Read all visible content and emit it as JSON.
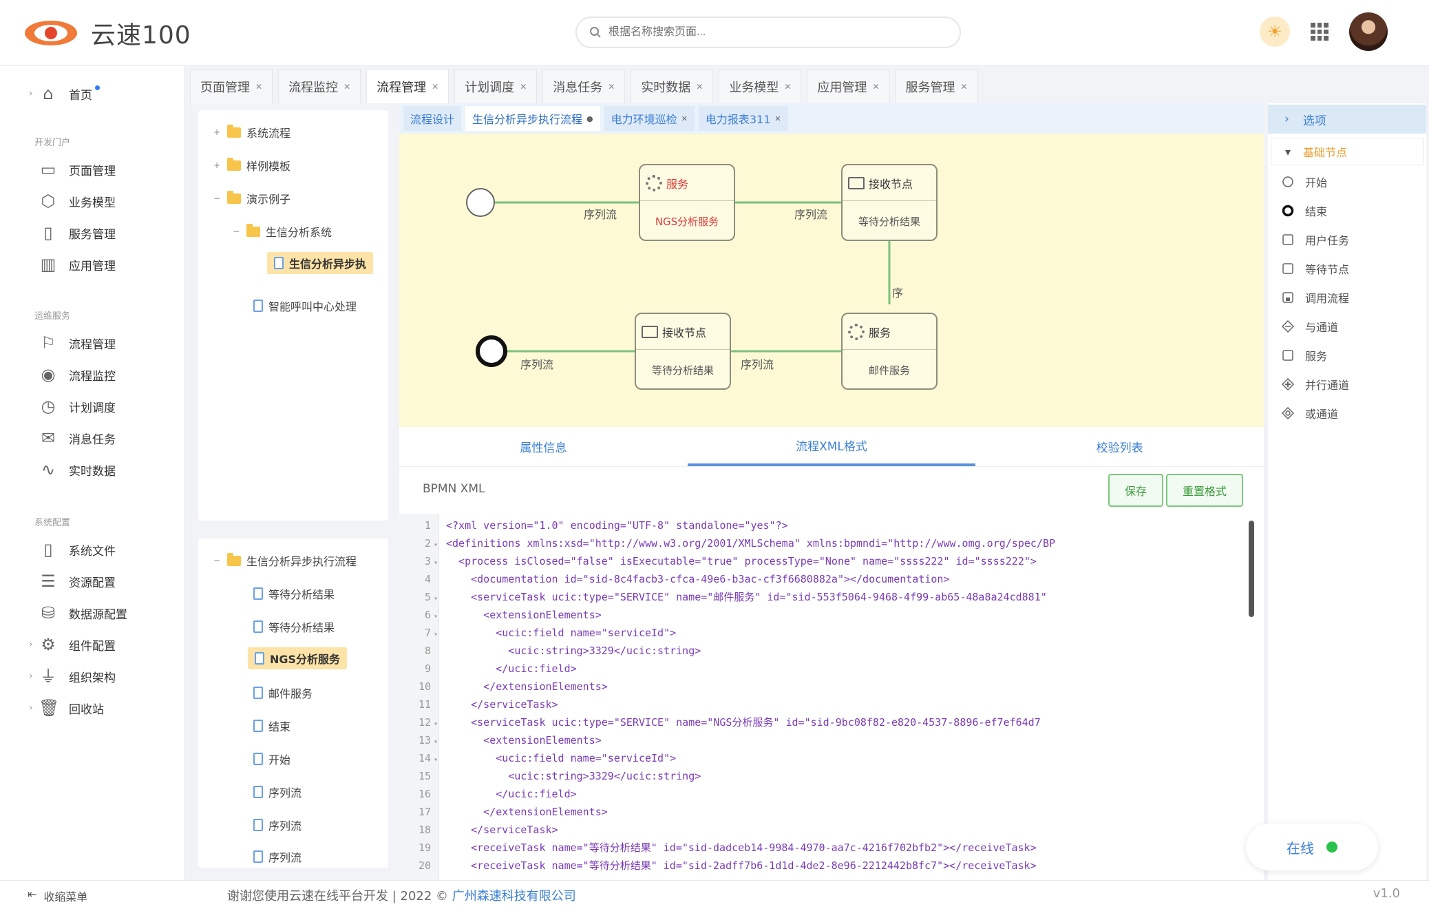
{
  "header": {
    "logo_text": "云速100",
    "search_placeholder": "根据名称搜索页面..."
  },
  "sidebar": {
    "home": "首页",
    "groups": [
      "开发门户",
      "运维服务",
      "系统配置"
    ],
    "items_dev": [
      "页面管理",
      "业务模型",
      "服务管理",
      "应用管理"
    ],
    "items_ops": [
      "流程管理",
      "流程监控",
      "计划调度",
      "消息任务",
      "实时数据"
    ],
    "items_sys": [
      "系统文件",
      "资源配置",
      "数据源配置",
      "组件配置",
      "组织架构",
      "回收站"
    ]
  },
  "tabs": [
    "页面管理",
    "流程监控",
    "流程管理",
    "计划调度",
    "消息任务",
    "实时数据",
    "业务模型",
    "应用管理",
    "服务管理"
  ],
  "tree_top": {
    "nodes": [
      "系统流程",
      "样例模板",
      "演示例子",
      "生信分析系统",
      "生信分析异步执",
      "智能呼叫中心处理"
    ]
  },
  "tree_bottom": {
    "root": "生信分析异步执行流程",
    "nodes": [
      "等待分析结果",
      "等待分析结果",
      "NGS分析服务",
      "邮件服务",
      "结束",
      "开始",
      "序列流",
      "序列流",
      "序列流"
    ]
  },
  "editor": {
    "subtabs": [
      "流程设计",
      "生信分析异步执行流程",
      "电力环境巡检",
      "电力报表311"
    ],
    "diagram": {
      "seq_flow": "序列流",
      "task1_type": "服务",
      "task1_name": "NGS分析服务",
      "task2_type": "接收节点",
      "task2_name": "等待分析结果",
      "task3_type": "接收节点",
      "task3_name": "等待分析结果",
      "task4_type": "服务",
      "task4_name": "邮件服务",
      "vertical_label": "序"
    },
    "lower_tabs": [
      "属性信息",
      "流程XML格式",
      "校验列表"
    ],
    "xml_title": "BPMN XML",
    "save_button": "保存",
    "reset_button": "重置格式",
    "code_lines": [
      {
        "n": "1",
        "fold": "",
        "text": "<?xml version=\"1.0\" encoding=\"UTF-8\" standalone=\"yes\"?>"
      },
      {
        "n": "2",
        "fold": "▾",
        "text": "<definitions xmlns:xsd=\"http://www.w3.org/2001/XMLSchema\" xmlns:bpmndi=\"http://www.omg.org/spec/BP"
      },
      {
        "n": "3",
        "fold": "▾",
        "text": "  <process isClosed=\"false\" isExecutable=\"true\" processType=\"None\" name=\"ssss222\" id=\"ssss222\">"
      },
      {
        "n": "4",
        "fold": "",
        "text": "    <documentation id=\"sid-8c4facb3-cfca-49e6-b3ac-cf3f6680882a\"></documentation>"
      },
      {
        "n": "5",
        "fold": "▾",
        "text": "    <serviceTask ucic:type=\"SERVICE\" name=\"邮件服务\" id=\"sid-553f5064-9468-4f99-ab65-48a8a24cd881\""
      },
      {
        "n": "6",
        "fold": "▾",
        "text": "      <extensionElements>"
      },
      {
        "n": "7",
        "fold": "▾",
        "text": "        <ucic:field name=\"serviceId\">"
      },
      {
        "n": "8",
        "fold": "",
        "text": "          <ucic:string>3329</ucic:string>"
      },
      {
        "n": "9",
        "fold": "",
        "text": "        </ucic:field>"
      },
      {
        "n": "10",
        "fold": "",
        "text": "      </extensionElements>"
      },
      {
        "n": "11",
        "fold": "",
        "text": "    </serviceTask>"
      },
      {
        "n": "12",
        "fold": "▾",
        "text": "    <serviceTask ucic:type=\"SERVICE\" name=\"NGS分析服务\" id=\"sid-9bc08f82-e820-4537-8896-ef7ef64d7"
      },
      {
        "n": "13",
        "fold": "▾",
        "text": "      <extensionElements>"
      },
      {
        "n": "14",
        "fold": "▾",
        "text": "        <ucic:field name=\"serviceId\">"
      },
      {
        "n": "15",
        "fold": "",
        "text": "          <ucic:string>3329</ucic:string>"
      },
      {
        "n": "16",
        "fold": "",
        "text": "        </ucic:field>"
      },
      {
        "n": "17",
        "fold": "",
        "text": "      </extensionElements>"
      },
      {
        "n": "18",
        "fold": "",
        "text": "    </serviceTask>"
      },
      {
        "n": "19",
        "fold": "",
        "text": "    <receiveTask name=\"等待分析结果\" id=\"sid-dadceb14-9984-4970-aa7c-4216f702bfb2\"></receiveTask>"
      },
      {
        "n": "20",
        "fold": "",
        "text": "    <receiveTask name=\"等待分析结果\" id=\"sid-2adff7b6-1d1d-4de2-8e96-2212442b8fc7\"></receiveTask>"
      }
    ]
  },
  "palette": {
    "header": "选项",
    "section": "基础节点",
    "items": [
      "开始",
      "结束",
      "用户任务",
      "等待节点",
      "调用流程",
      "与通道",
      "服务",
      "并行通道",
      "或通道"
    ]
  },
  "footer": {
    "collapse": "收缩菜单",
    "copyright_prefix": "谢谢您使用云速在线平台开发 | 2022 ©",
    "company": "广州森速科技有限公司",
    "version": "v1.0"
  },
  "online_status": "在线"
}
